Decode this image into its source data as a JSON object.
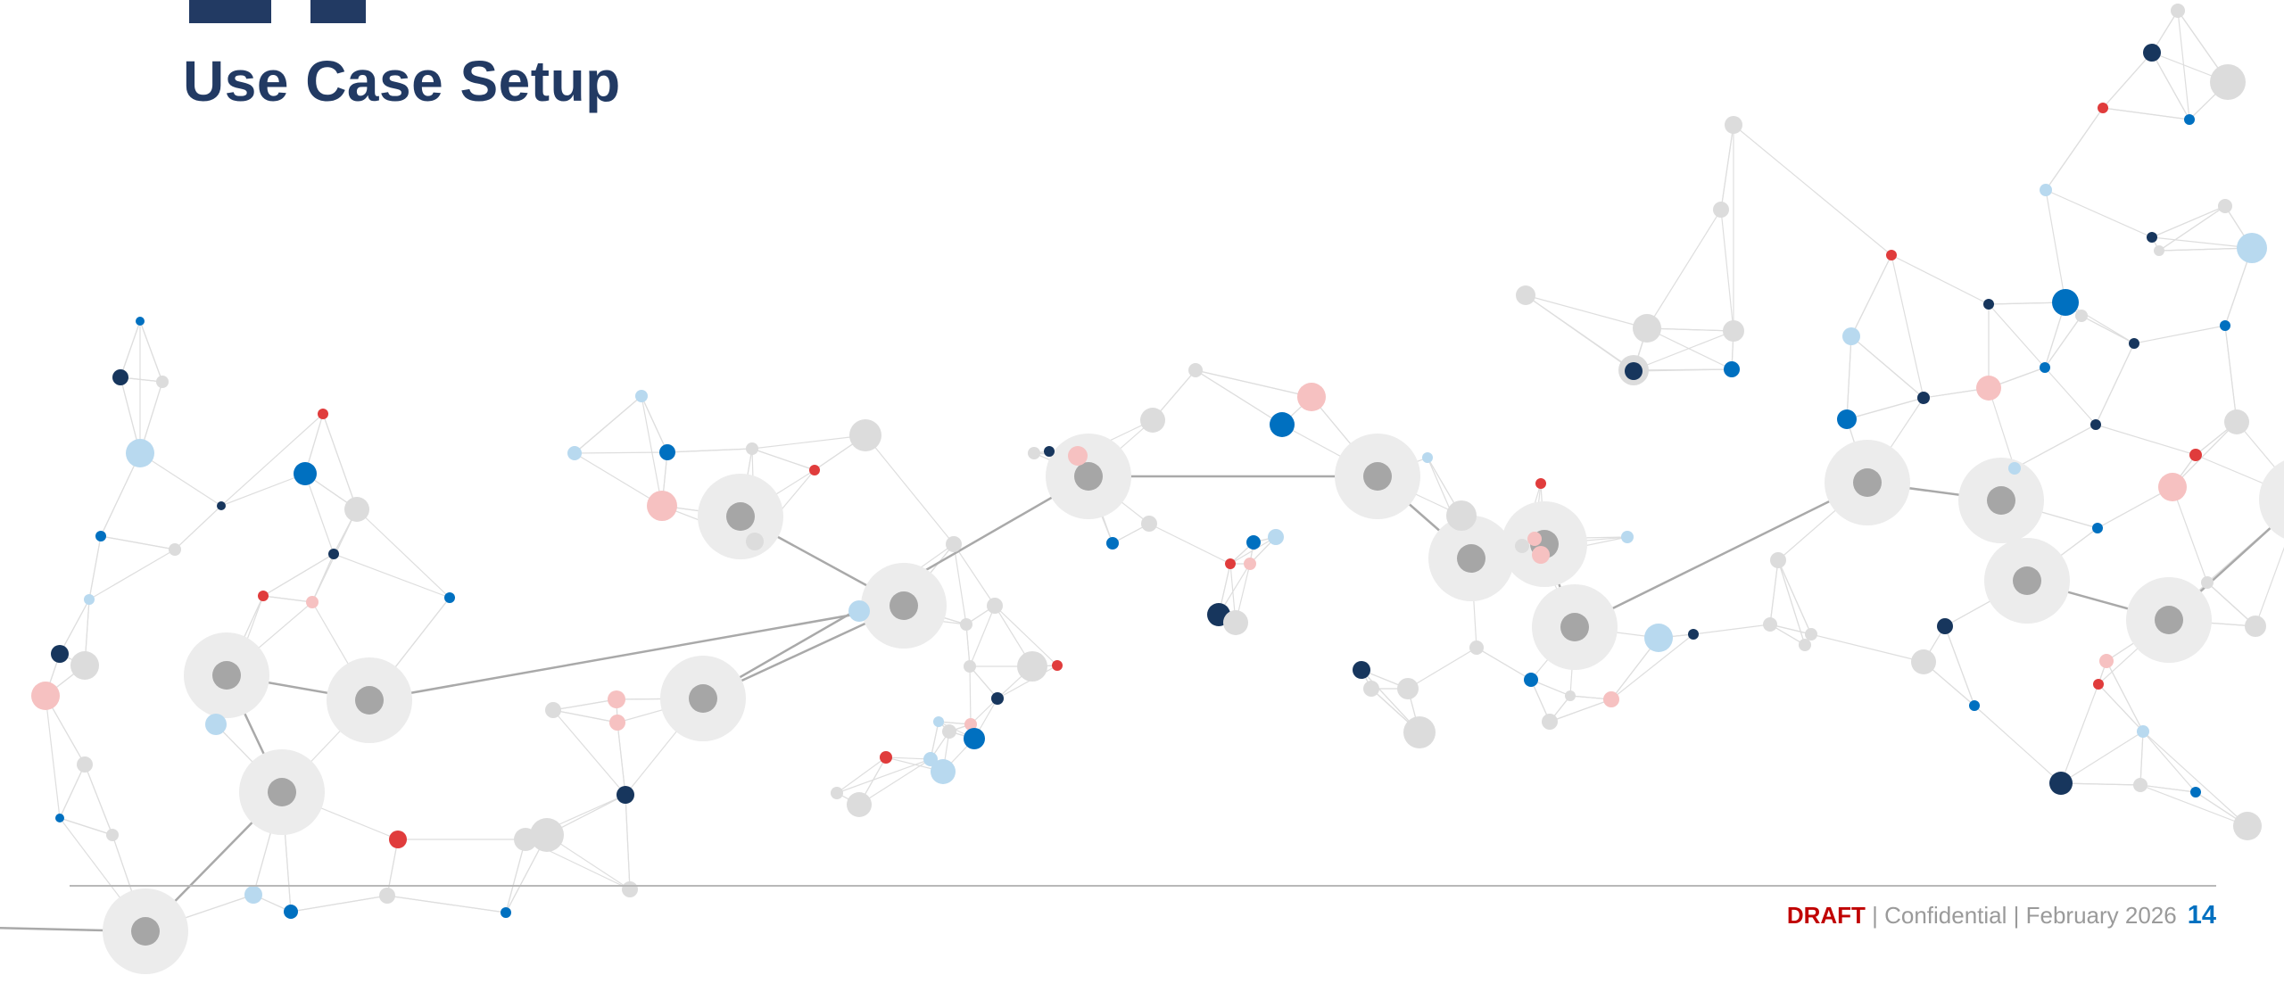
{
  "slide": {
    "title": "Use Case Setup",
    "footer": {
      "status_label": "DRAFT",
      "separator_1": " | ",
      "classification": "Confidential",
      "separator_2": " | ",
      "date": "February 2026",
      "page_number": "14"
    }
  },
  "colors": {
    "title": "#223a63",
    "draft": "#c00000",
    "page_number": "#0070c0",
    "footer_text": "#9a9a9a",
    "network_hub": "#a6a6a6",
    "network_navy": "#17365d",
    "network_blue": "#0070c0",
    "network_red": "#e03c3c"
  }
}
